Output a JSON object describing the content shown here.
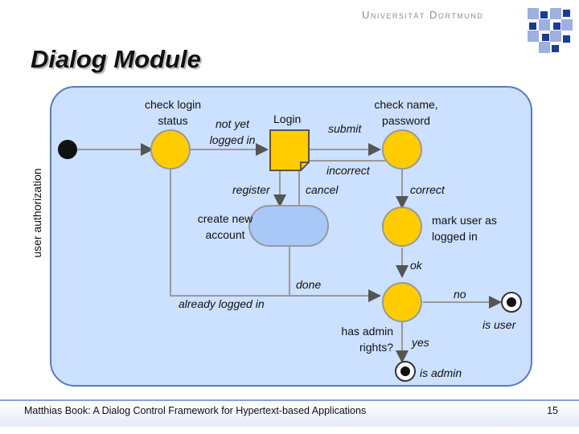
{
  "header": {
    "institution": "Universität Dortmund",
    "title": "Dialog Module"
  },
  "diagram": {
    "container_label": "user authorization",
    "states": {
      "check_login_status": "check login status",
      "login": "Login",
      "check_name_password": "check name, password",
      "register_box": "create new account",
      "mark_user": "mark user as logged in",
      "has_admin_rights": "has admin rights?"
    },
    "transitions": {
      "not_yet_logged_in": "not yet logged in",
      "submit": "submit",
      "incorrect": "incorrect",
      "register": "register",
      "cancel": "cancel",
      "correct": "correct",
      "ok": "ok",
      "done": "done",
      "already_logged_in": "already logged in",
      "no": "no",
      "yes": "yes"
    },
    "final_states": {
      "is_user": "is user",
      "is_admin": "is admin"
    }
  },
  "footer": {
    "citation": "Matthias Book: A Dialog Control Framework for Hypertext-based Applications",
    "page_number": "15"
  },
  "colors": {
    "container_fill": "#cce0ff",
    "container_stroke": "#5a7ac0",
    "node_fill": "#ffcc00",
    "node_stroke": "#999999",
    "register_fill": "#a8c8f8",
    "edge": "#999999"
  }
}
